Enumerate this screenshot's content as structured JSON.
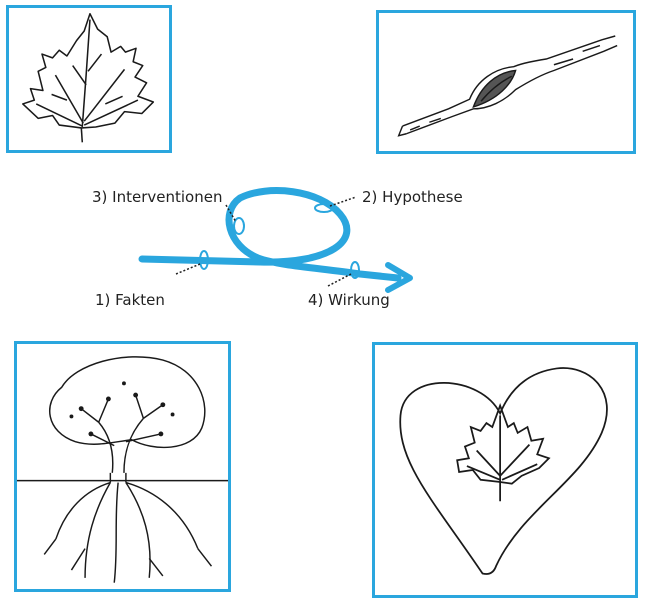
{
  "cycle": {
    "steps": [
      {
        "label": "1) Fakten"
      },
      {
        "label": "2) Hypothese"
      },
      {
        "label": "3) Interventionen"
      },
      {
        "label": "4) Wirkung"
      }
    ],
    "accent_color": "#2aa6de"
  },
  "illustrations": [
    {
      "icon": "maple-leaf-icon"
    },
    {
      "icon": "branch-bud-icon"
    },
    {
      "icon": "tree-roots-icon"
    },
    {
      "icon": "heart-leaf-icon"
    }
  ]
}
